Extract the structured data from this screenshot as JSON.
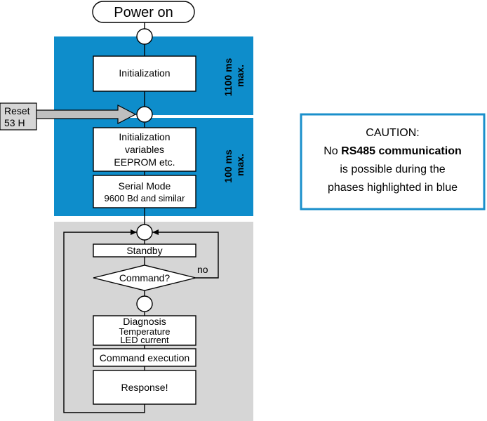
{
  "colors": {
    "phase_blue": "#0E8DCB",
    "loop_gray": "#D6D6D6",
    "node_fill": "#FFFFFF",
    "line": "#000000",
    "arrow_fill": "#BFBFBF",
    "caution_border": "#1A8FCB"
  },
  "title": "Power on",
  "phase1": {
    "box": "Initialization",
    "duration_line1": "1100 ms",
    "duration_line2": "max."
  },
  "reset": {
    "line1": "Reset",
    "line2": "53 H"
  },
  "phase2": {
    "box1_line1": "Initialization",
    "box1_line2": "variables",
    "box1_line3": "EEPROM etc.",
    "box2_line1": "Serial Mode",
    "box2_line2": "9600 Bd and similar",
    "duration_line1": "100 ms",
    "duration_line2": "max."
  },
  "loop": {
    "standby": "Standby",
    "decision": "Command?",
    "no_label": "no",
    "diagnosis_line1": "Diagnosis",
    "diagnosis_line2": "Temperature",
    "diagnosis_line3": "LED current",
    "execution": "Command execution",
    "response": "Response!"
  },
  "caution": {
    "line1": "CAUTION:",
    "line2_prefix": "No ",
    "line2_bold": "RS485 communication",
    "line3": "is possible during the",
    "line4": "phases highlighted in blue"
  }
}
